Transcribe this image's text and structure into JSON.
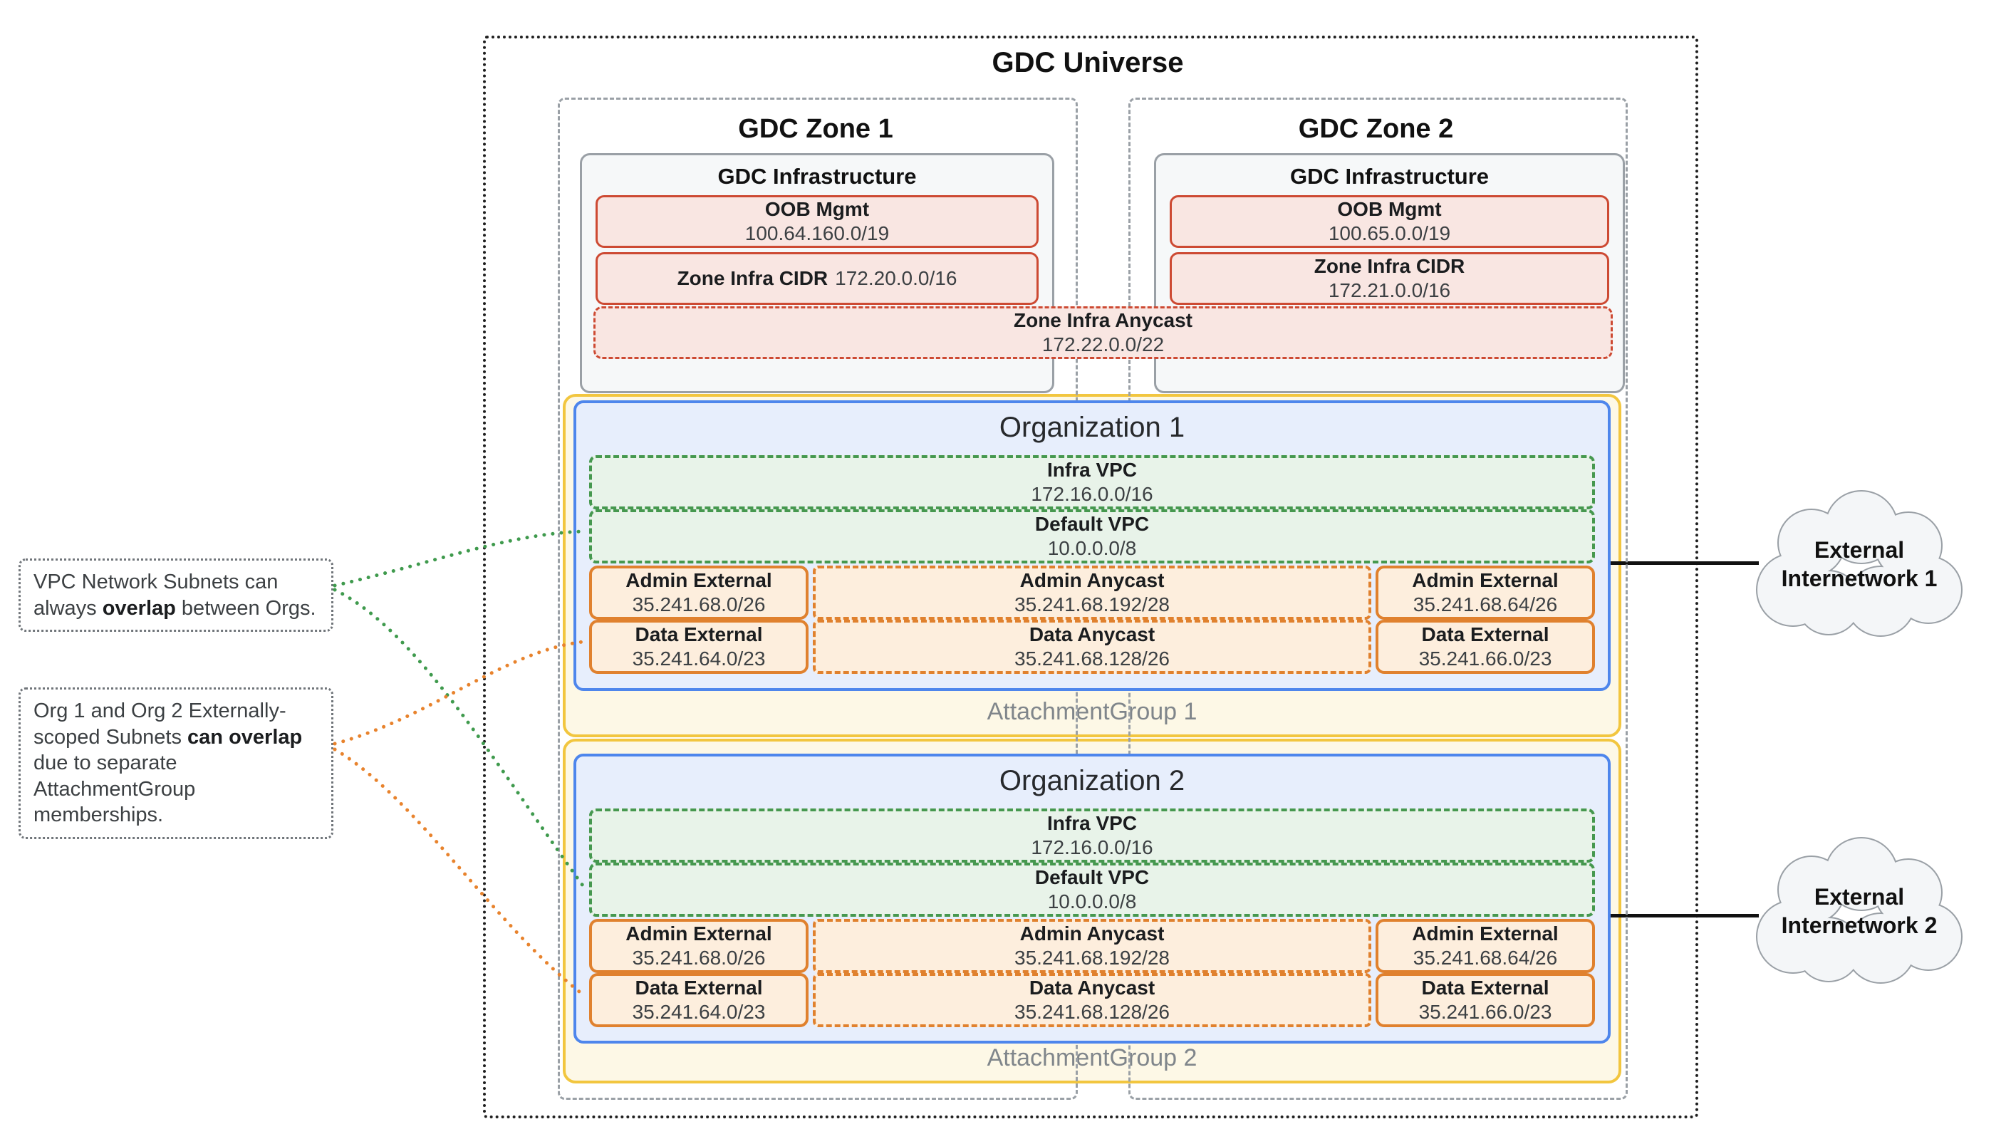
{
  "universe": {
    "title": "GDC Universe"
  },
  "zones": [
    {
      "title": "GDC Zone 1",
      "infrastructure": {
        "title": "GDC Infrastructure",
        "oob": {
          "label": "OOB Mgmt",
          "value": "100.64.160.0/19"
        },
        "infra_cidr": {
          "label": "Zone Infra CIDR",
          "value": "172.20.0.0/16"
        }
      }
    },
    {
      "title": "GDC Zone 2",
      "infrastructure": {
        "title": "GDC Infrastructure",
        "oob": {
          "label": "OOB Mgmt",
          "value": "100.65.0.0/19"
        },
        "infra_cidr": {
          "label": "Zone Infra CIDR",
          "value": "172.21.0.0/16"
        }
      }
    }
  ],
  "zone_infra_anycast": {
    "label": "Zone Infra Anycast",
    "value": "172.22.0.0/22"
  },
  "organizations": [
    {
      "title": "Organization 1",
      "attachment_group": "AttachmentGroup 1",
      "infra_vpc": {
        "label": "Infra VPC",
        "value": "172.16.0.0/16"
      },
      "default_vpc": {
        "label": "Default VPC",
        "value": "10.0.0.0/8"
      },
      "subnets": [
        {
          "label": "Admin External",
          "value": "35.241.68.0/26"
        },
        {
          "label": "Admin Anycast",
          "value": "35.241.68.192/28"
        },
        {
          "label": "Admin External",
          "value": "35.241.68.64/26"
        },
        {
          "label": "Data External",
          "value": "35.241.64.0/23"
        },
        {
          "label": "Data Anycast",
          "value": "35.241.68.128/26"
        },
        {
          "label": "Data External",
          "value": "35.241.66.0/23"
        }
      ]
    },
    {
      "title": "Organization 2",
      "attachment_group": "AttachmentGroup 2",
      "infra_vpc": {
        "label": "Infra VPC",
        "value": "172.16.0.0/16"
      },
      "default_vpc": {
        "label": "Default VPC",
        "value": "10.0.0.0/8"
      },
      "subnets": [
        {
          "label": "Admin External",
          "value": "35.241.68.0/26"
        },
        {
          "label": "Admin Anycast",
          "value": "35.241.68.192/28"
        },
        {
          "label": "Admin External",
          "value": "35.241.68.64/26"
        },
        {
          "label": "Data External",
          "value": "35.241.64.0/23"
        },
        {
          "label": "Data Anycast",
          "value": "35.241.68.128/26"
        },
        {
          "label": "Data External",
          "value": "35.241.66.0/23"
        }
      ]
    }
  ],
  "notes": [
    {
      "pre": "VPC Network Subnets can always ",
      "bold": "overlap",
      "post": " between Orgs."
    },
    {
      "pre": "Org 1 and Org 2 Externally-scoped Subnets ",
      "bold": "can overlap",
      "post": " due to separate AttachmentGroup memberships."
    }
  ],
  "external_networks": [
    {
      "label": "External Internetwork 1"
    },
    {
      "label": "External Internetwork 2"
    }
  ],
  "colors": {
    "red_border": "#cd4a33",
    "red_fill": "#f9e6e2",
    "green_border": "#46984f",
    "green_fill": "#e8f3e9",
    "orange_border": "#e0812e",
    "orange_fill": "#fdeedd",
    "blue_border": "#4e86ec",
    "blue_fill": "#e7eefc",
    "yellow_border": "#f2c63f",
    "yellow_fill": "#fdf8e6",
    "gray_border": "#9aa0a6",
    "infra_fill": "#f6f8f9",
    "universe_border": "#1f1f1f",
    "cloud_fill": "#f4f6f8",
    "connector_green": "#3f9a4d",
    "connector_orange": "#e8832d"
  }
}
